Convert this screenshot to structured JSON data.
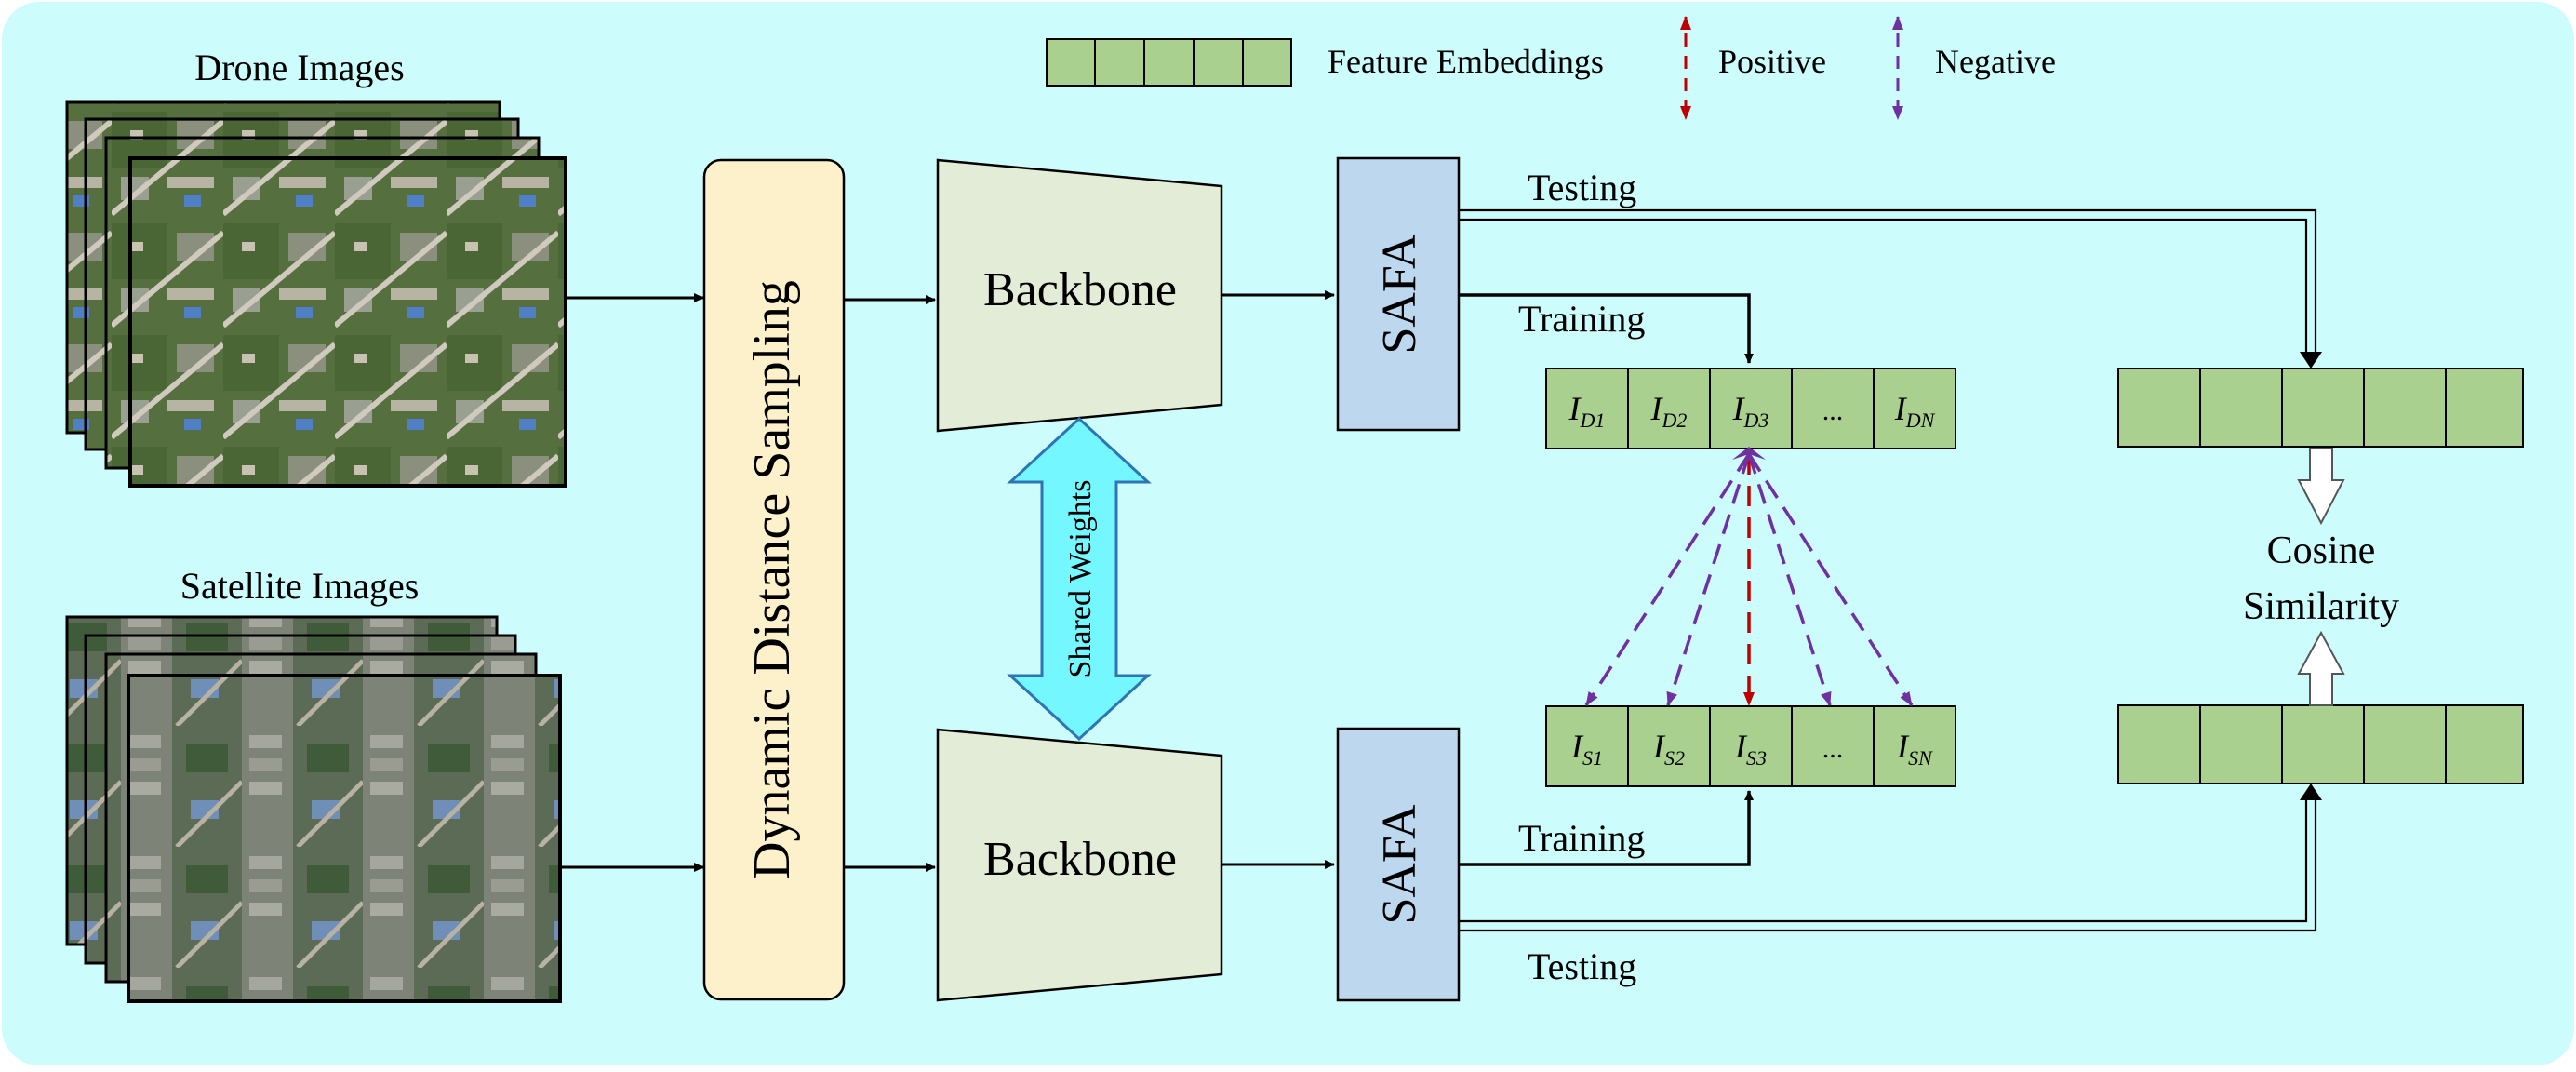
{
  "labels": {
    "drone_images": "Drone Images",
    "satellite_images": "Satellite Images",
    "sampling": "Dynamic Distance Sampling",
    "backbone_top": "Backbone",
    "backbone_bottom": "Backbone",
    "shared_weights": "Shared Weights",
    "safa_top": "SAFA",
    "safa_bottom": "SAFA",
    "testing_top": "Testing",
    "training_top": "Training",
    "training_bottom": "Training",
    "testing_bottom": "Testing",
    "cosine": "Cosine",
    "similarity": "Similarity"
  },
  "legend": {
    "feature_embeddings": "Feature Embeddings",
    "positive": "Positive",
    "negative": "Negative"
  },
  "drone_embeddings": [
    {
      "base": "I",
      "sub": "D1"
    },
    {
      "base": "I",
      "sub": "D2"
    },
    {
      "base": "I",
      "sub": "D3"
    },
    {
      "text": "..."
    },
    {
      "base": "I",
      "sub": "DN"
    }
  ],
  "satellite_embeddings": [
    {
      "base": "I",
      "sub": "S1"
    },
    {
      "base": "I",
      "sub": "S2"
    },
    {
      "base": "I",
      "sub": "S3"
    },
    {
      "text": "..."
    },
    {
      "base": "I",
      "sub": "SN"
    }
  ],
  "colors": {
    "background": "#ccfcfc",
    "embedding_fill": "#a9d08e",
    "sampling_fill": "#fdf1cb",
    "backbone_fill": "#e2ecd6",
    "safa_fill": "#bdd7ee",
    "shared_weights_fill": "#74f7ff",
    "positive": "#c00000",
    "negative": "#7030a0"
  }
}
